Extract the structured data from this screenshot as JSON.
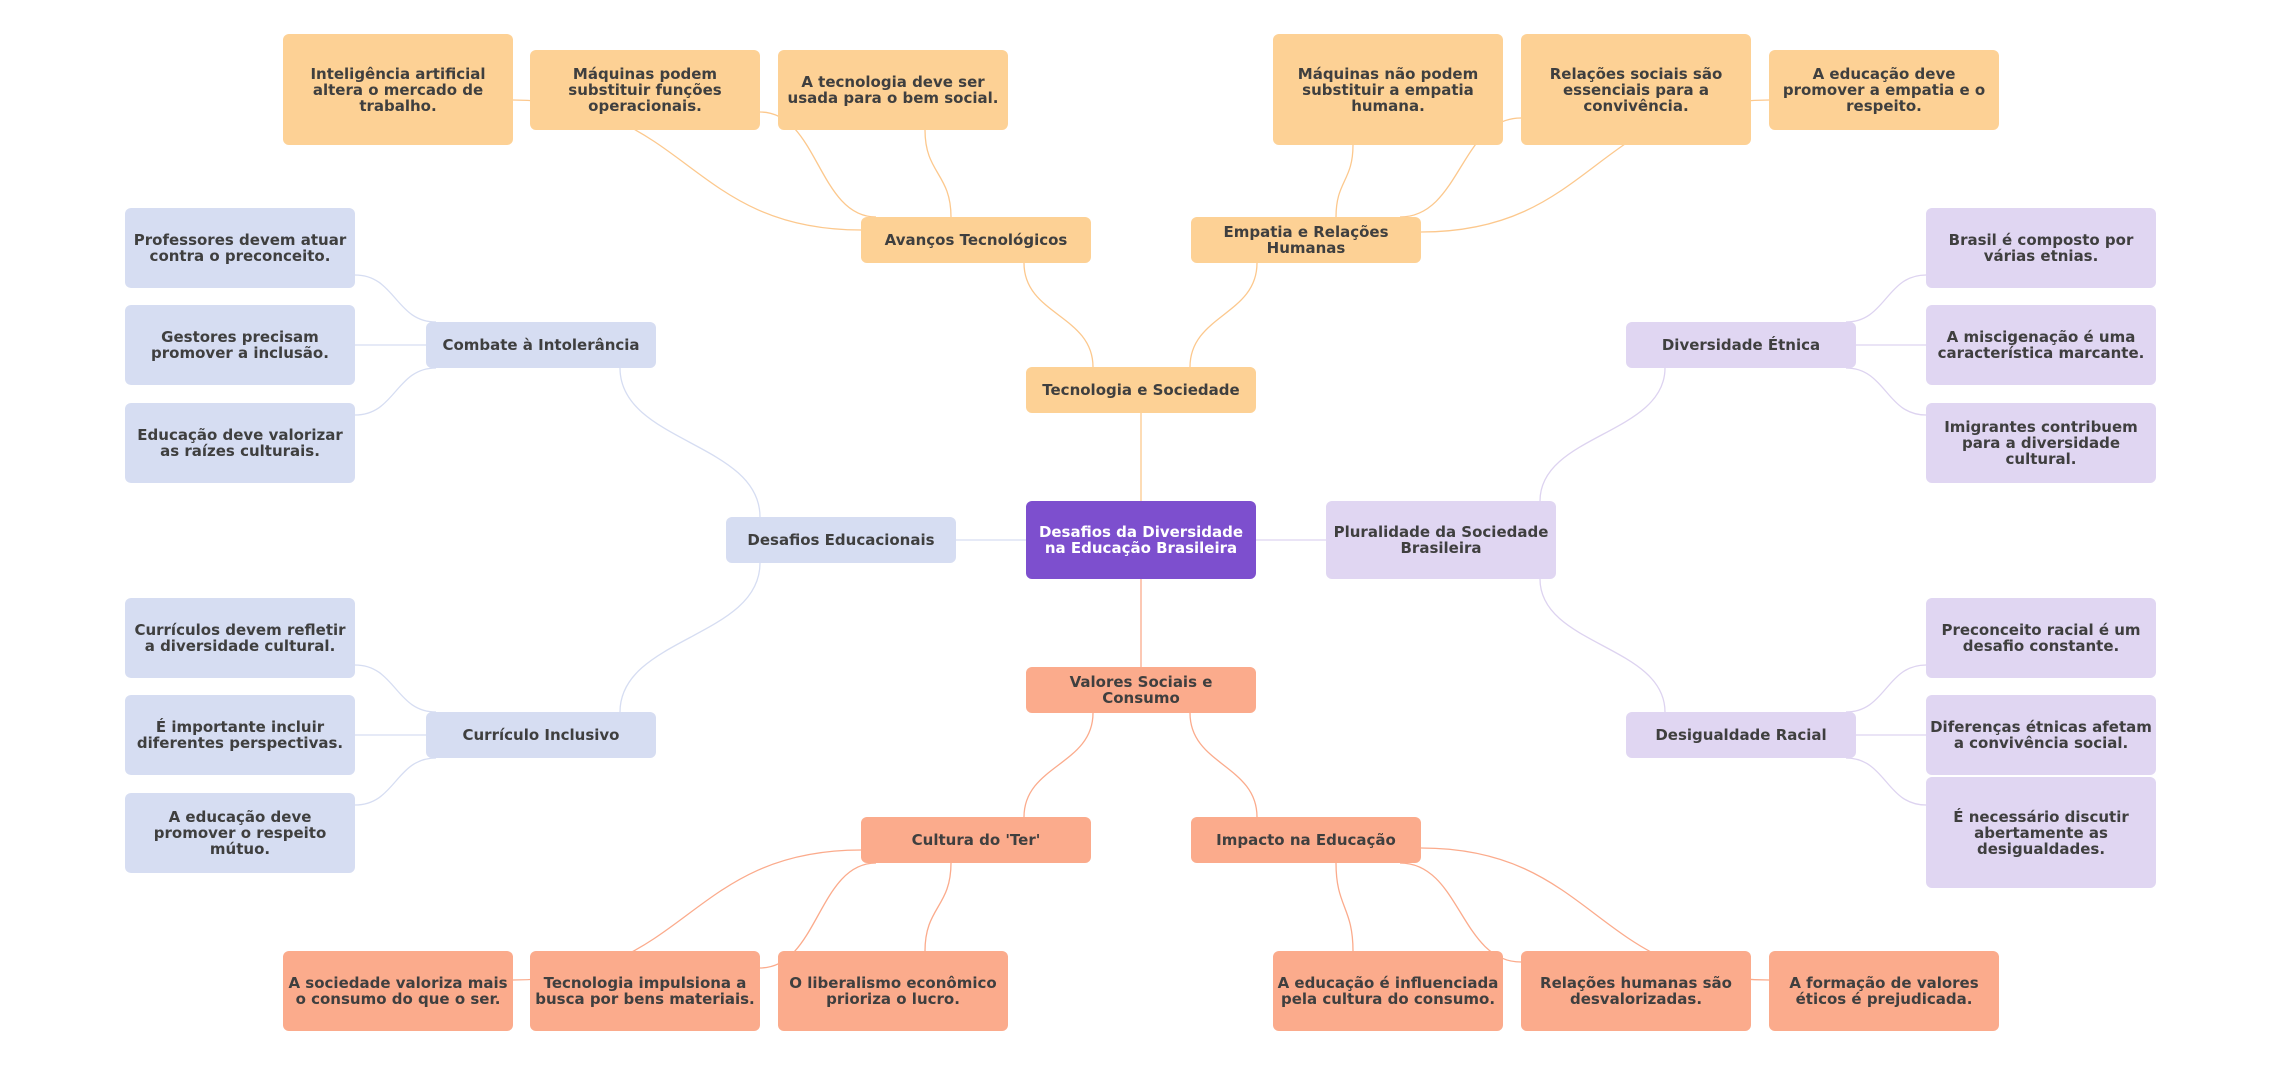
{
  "colors": {
    "root": "#7d4fce",
    "tech": "#fdd195",
    "social": "#fbab8c",
    "edu": "#d6ddf2",
    "plural": "#e0d6f2",
    "tech_edge": "#fcc88d",
    "social_edge": "#fbab8c",
    "edu_edge": "#d6ddf2",
    "plural_edge": "#ddd3f0"
  },
  "root": {
    "label": "Desafios da Diversidade na Educação Brasileira"
  },
  "branches": {
    "tecnologia_sociedade": {
      "label": "Tecnologia e Sociedade",
      "avancos": {
        "label": "Avanços Tecnológicos",
        "leaves": [
          "Inteligência artificial altera o mercado de trabalho.",
          "Máquinas podem substituir funções operacionais.",
          "A tecnologia deve ser usada para o bem social."
        ]
      },
      "empatia": {
        "label": "Empatia e Relações Humanas",
        "leaves": [
          "Máquinas não podem substituir a empatia humana.",
          "Relações sociais são essenciais para a convivência.",
          "A educação deve promover a empatia e o respeito."
        ]
      }
    },
    "valores_sociais": {
      "label": "Valores Sociais e Consumo",
      "cultura": {
        "label": "Cultura do 'Ter'",
        "leaves": [
          "A sociedade valoriza mais o consumo do que o ser.",
          "Tecnologia impulsiona a busca por bens materiais.",
          "O liberalismo econômico prioriza o lucro."
        ]
      },
      "impacto": {
        "label": "Impacto na Educação",
        "leaves": [
          "A educação é influenciada pela cultura do consumo.",
          "Relações humanas são desvalorizadas.",
          "A formação de valores éticos é prejudicada."
        ]
      }
    },
    "desafios_educacionais": {
      "label": "Desafios Educacionais",
      "combate": {
        "label": "Combate à Intolerância",
        "leaves": [
          "Professores devem atuar contra o preconceito.",
          "Gestores precisam promover a inclusão.",
          "Educação deve valorizar as raízes culturais."
        ]
      },
      "curriculo": {
        "label": "Currículo Inclusivo",
        "leaves": [
          "Currículos devem refletir a diversidade cultural.",
          "É importante incluir diferentes perspectivas.",
          "A educação deve promover o respeito mútuo."
        ]
      }
    },
    "pluralidade": {
      "label": "Pluralidade da Sociedade Brasileira",
      "diversidade": {
        "label": "Diversidade Étnica",
        "leaves": [
          "Brasil é composto por várias etnias.",
          "A miscigenação é uma característica marcante.",
          "Imigrantes contribuem para a diversidade cultural."
        ]
      },
      "desigualdade": {
        "label": "Desigualdade Racial",
        "leaves": [
          "Preconceito racial é um desafio constante.",
          "Diferenças étnicas afetam a convivência social.",
          "É necessário discutir abertamente as desigualdades."
        ]
      }
    }
  }
}
